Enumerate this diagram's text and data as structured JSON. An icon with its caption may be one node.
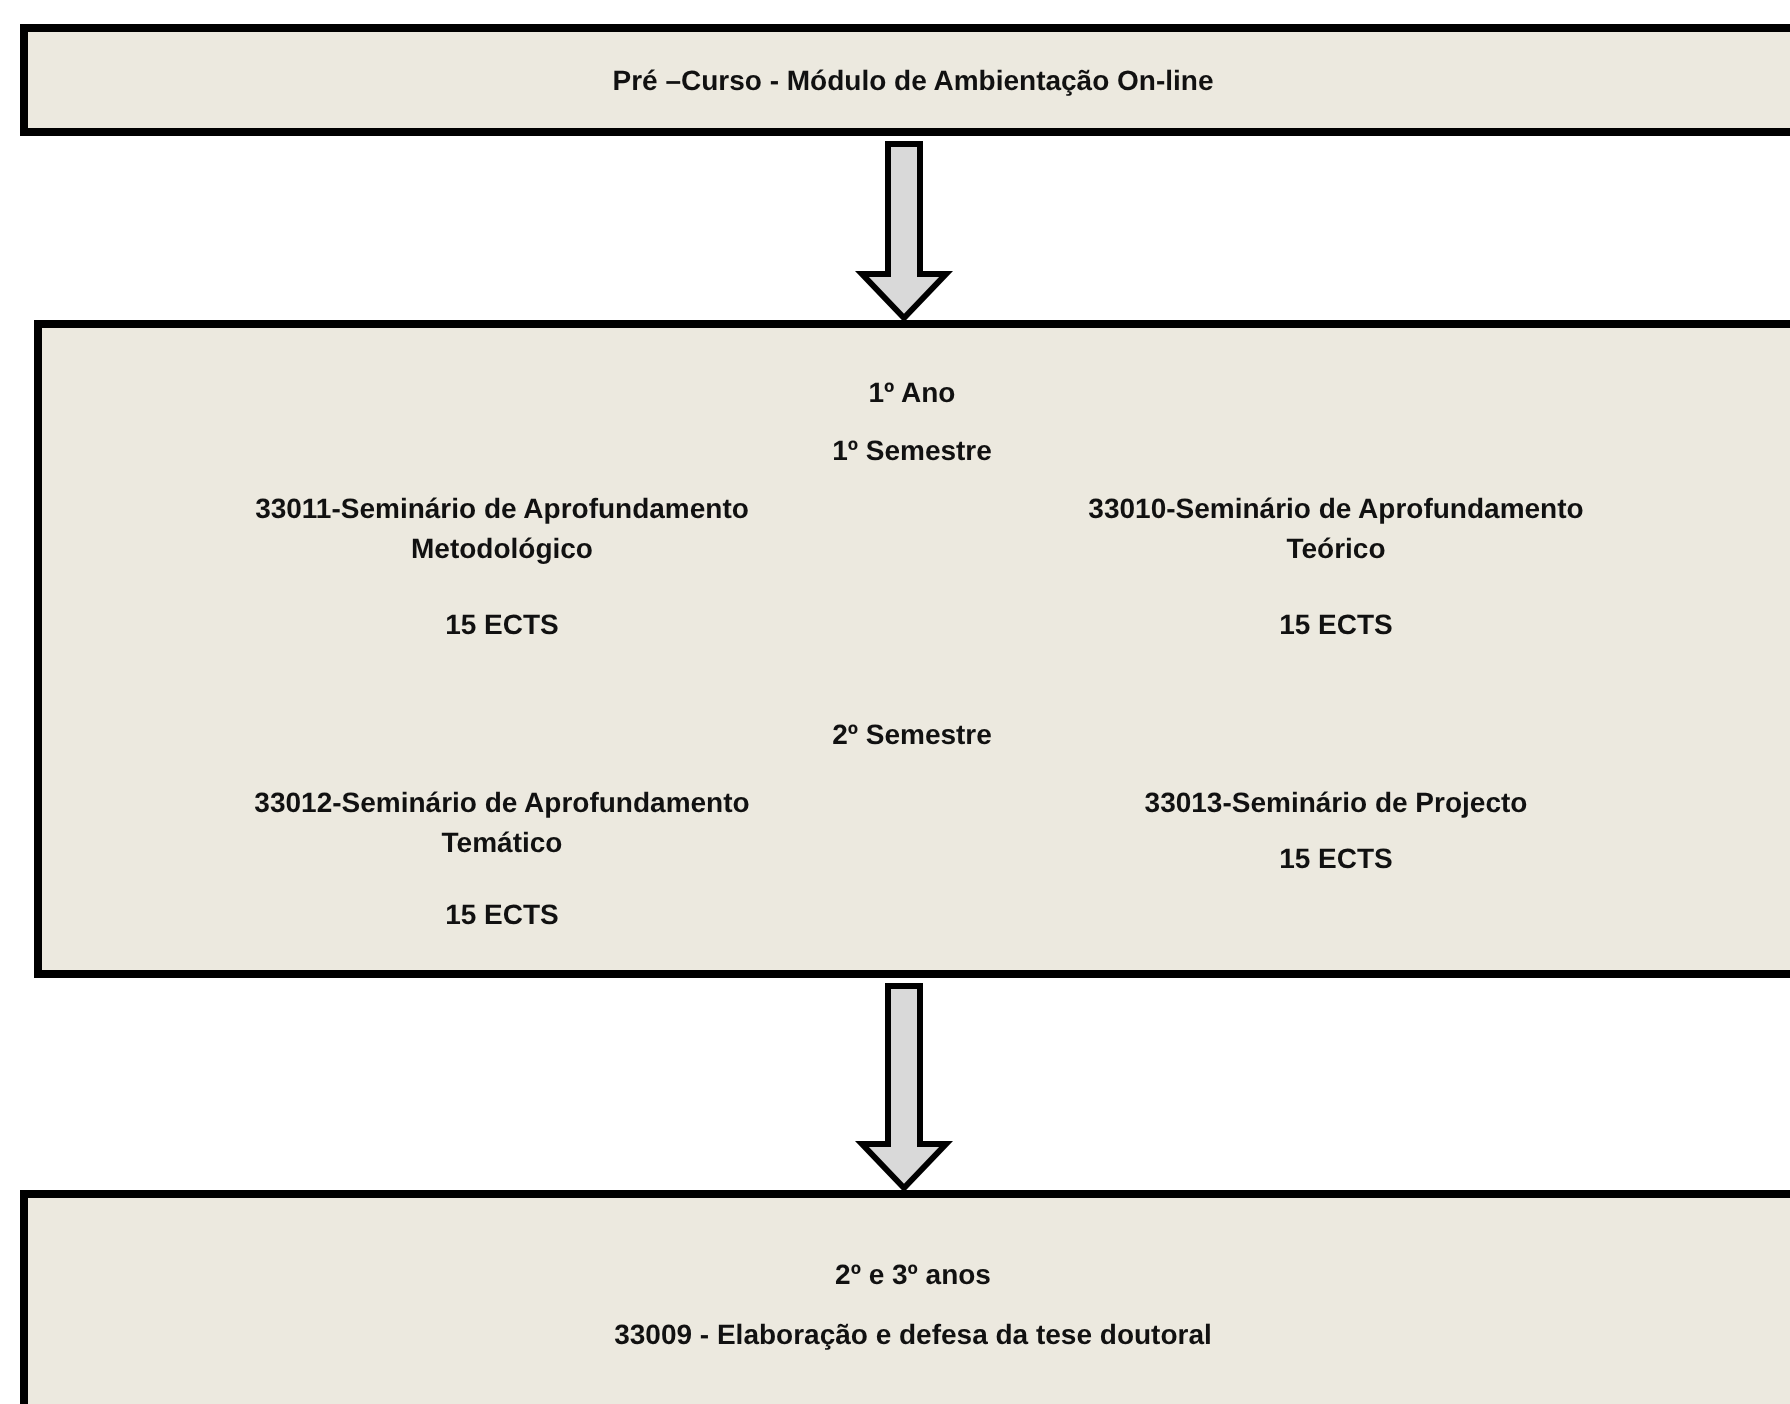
{
  "diagram": {
    "nodes": [
      {
        "text": [
          "Pré –Curso - Módulo de Ambientação  On-line"
        ]
      },
      {
        "text": [
          "1º Ano",
          "1º Semestre",
          "33011-Seminário de Aprofundamento Metodológico",
          "15 ECTS",
          "33010-Seminário de Aprofundamento Teórico",
          "15 ECTS",
          "2º Semestre",
          "33012-Seminário de Aprofundamento Temático",
          "15 ECTS",
          "33013-Seminário de Projecto",
          "15 ECTS"
        ]
      },
      {
        "text": [
          "2º e 3º anos",
          "33009 - Elaboração e defesa da tese doutoral"
        ]
      }
    ],
    "edges": [
      {
        "from": 0,
        "to": 1,
        "arrow": "to"
      },
      {
        "from": 1,
        "to": 2,
        "arrow": "to"
      }
    ]
  }
}
